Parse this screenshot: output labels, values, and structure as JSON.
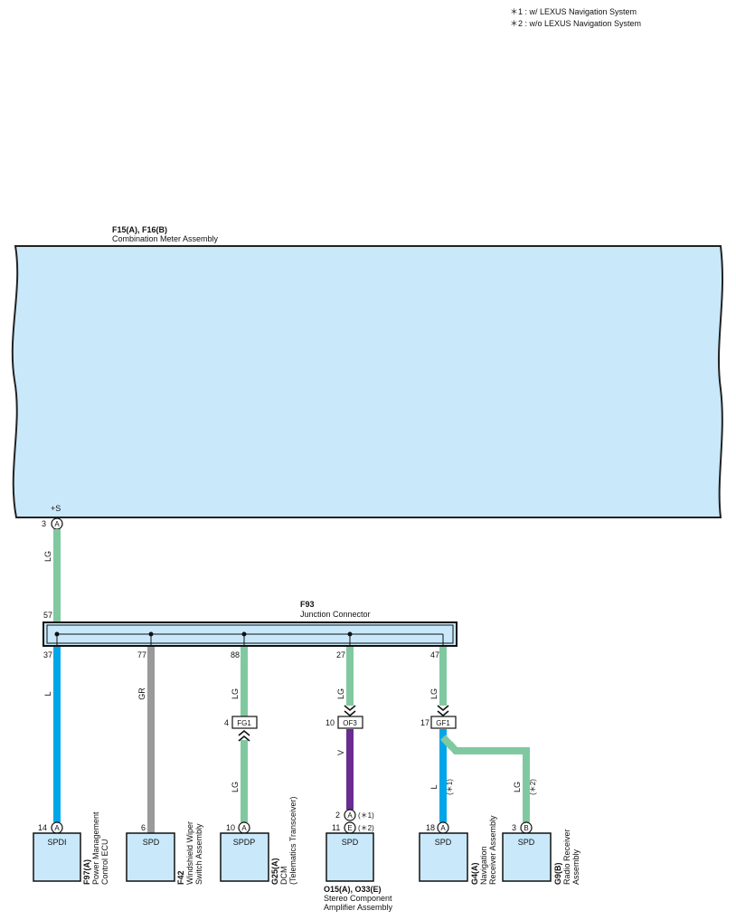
{
  "notes": {
    "note1": "＊1 : w/ LEXUS Navigation System",
    "note2": "＊2 : w/o LEXUS Navigation System"
  },
  "meter": {
    "code": "F15(A), F16(B)",
    "name": "Combination Meter Assembly",
    "pin_name": "+S",
    "pin_num": "3",
    "pin_conn": "A"
  },
  "junction": {
    "code": "F93",
    "name": "Junction Connector",
    "pin_top": "57",
    "pins": [
      "37",
      "77",
      "88",
      "27",
      "47"
    ]
  },
  "wires": {
    "w_top": "LG",
    "w1": "L",
    "w2": "GR",
    "w3_upper": "LG",
    "w3_lower": "LG",
    "w4_upper": "LG",
    "w4_lower": "V",
    "w5_upper": "LG",
    "w5_lower": "L",
    "w5_lower_note": "(＊1)",
    "w6": "LG",
    "w6_note": "(＊2)"
  },
  "inline": {
    "fg1": {
      "name": "FG1",
      "pin": "4"
    },
    "of3": {
      "name": "OF3",
      "pin": "10"
    },
    "gf1": {
      "name": "GF1",
      "pin": "17"
    }
  },
  "components": {
    "c1": {
      "pin": "14",
      "conn": "A",
      "terminal": "SPDI",
      "code": "F97(A)",
      "name1": "Power Management",
      "name2": "Control ECU"
    },
    "c2": {
      "pin": "6",
      "terminal": "SPD",
      "code": "F42",
      "name1": "Windshield Wiper",
      "name2": "Switch Assembly"
    },
    "c3": {
      "pin": "10",
      "conn": "A",
      "terminal": "SPDP",
      "code": "G25(A)",
      "name1": "DCM",
      "name2": "(Telematics Transceiver)"
    },
    "c4": {
      "pin_a": "2",
      "conn_a": "A",
      "note_a": "(＊1)",
      "pin_e": "11",
      "conn_e": "E",
      "note_e": "(＊2)",
      "terminal": "SPD",
      "code": "O15(A), O33(E)",
      "name1": "Stereo Component",
      "name2": "Amplifier Assembly"
    },
    "c5": {
      "pin": "18",
      "conn": "A",
      "terminal": "SPD",
      "code": "G4(A)",
      "name1": "Navigation",
      "name2": "Receiver Assembly"
    },
    "c6": {
      "pin": "3",
      "conn": "B",
      "terminal": "SPD",
      "code": "G9(B)",
      "name1": "Radio Receiver",
      "name2": "Assembly"
    }
  },
  "colors": {
    "LG": "#80c9a0",
    "L": "#00a6e8",
    "GR": "#9a9a9a",
    "V": "#6a2c91",
    "box": "#c9e9fb"
  }
}
